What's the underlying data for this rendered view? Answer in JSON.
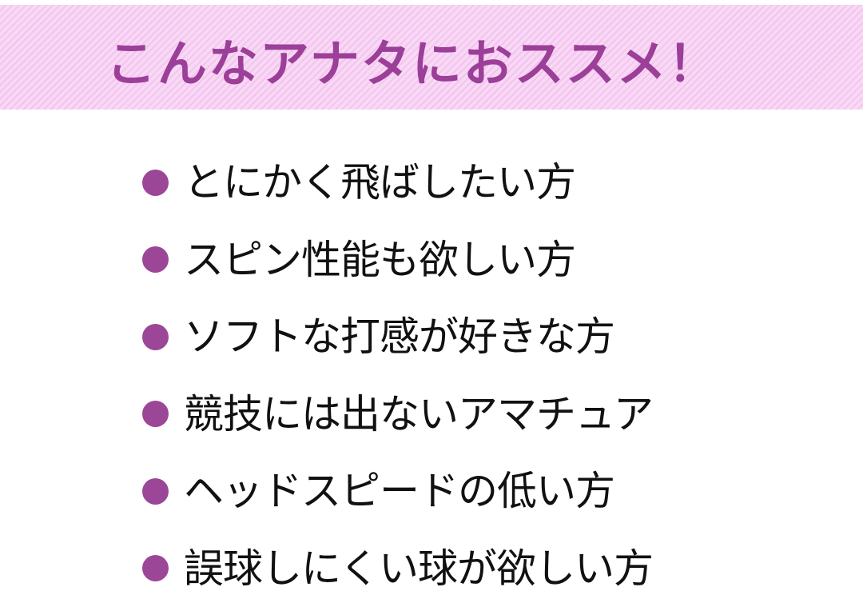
{
  "banner": {
    "title": "こんなアナタにおススメ！",
    "title_color": "#9b3f98",
    "stripe_colors": [
      "#f9d8f6",
      "#f2c4ee"
    ]
  },
  "recommendations": {
    "bullet_color": "#9b4696",
    "items": [
      {
        "label": "とにかく飛ばしたい方"
      },
      {
        "label": "スピン性能も欲しい方"
      },
      {
        "label": "ソフトな打感が好きな方"
      },
      {
        "label": "競技には出ないアマチュア"
      },
      {
        "label": "ヘッドスピードの低い方"
      },
      {
        "label": "誤球しにくい球が欲しい方"
      }
    ]
  }
}
